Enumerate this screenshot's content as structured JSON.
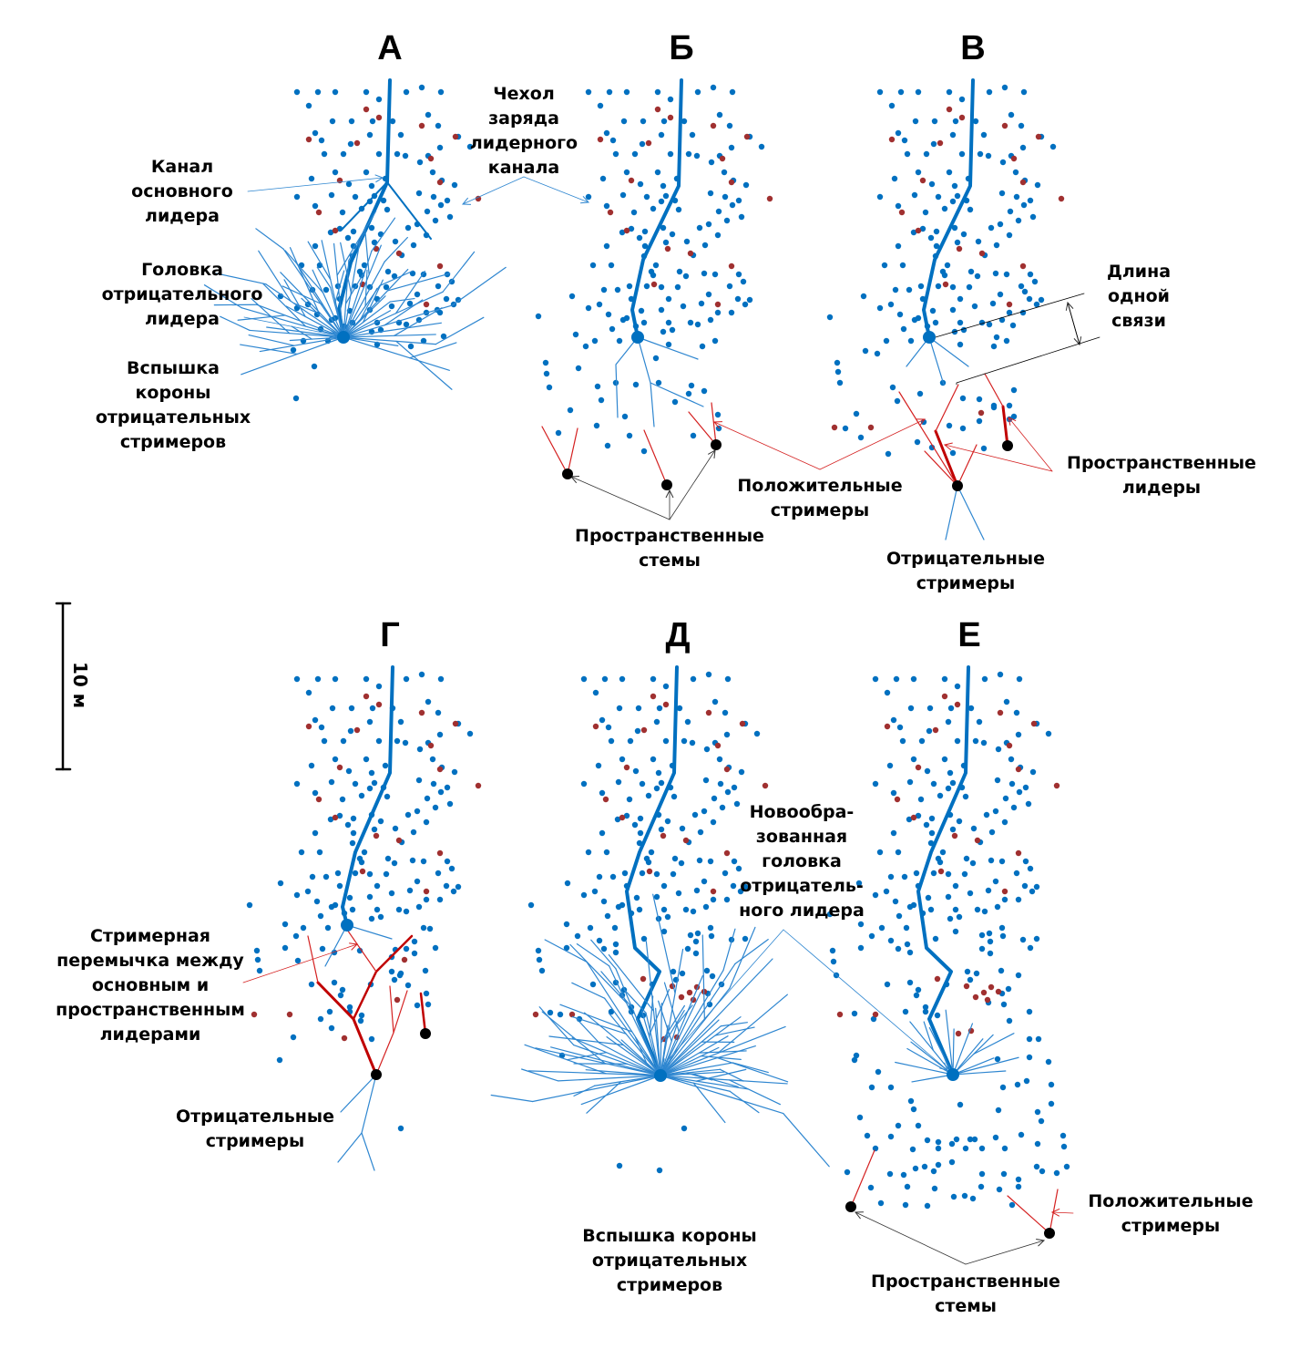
{
  "figure": {
    "colors": {
      "channel": "#0070c0",
      "negative_streamer": "#2e86d0",
      "positive_streamer": "#d42020",
      "space_leader": "#c00000",
      "charge_blue": "#0070c0",
      "charge_red": "#a03030",
      "space_stem": "#000000",
      "pointer_black": "#333333"
    },
    "panels": [
      {
        "id": "A",
        "title": "А"
      },
      {
        "id": "B",
        "title": "Б"
      },
      {
        "id": "V",
        "title": "В"
      },
      {
        "id": "G",
        "title": "Г"
      },
      {
        "id": "D",
        "title": "Д"
      },
      {
        "id": "E",
        "title": "Е"
      }
    ],
    "scale_bar": {
      "label": "10 м"
    },
    "labels": {
      "main_leader_channel": "Канал\nосновного\nлидера",
      "negative_leader_head": "Головка\nотрицательного\nлидера",
      "corona_flash_A": "Вспышка\nкороны\nотрицательных\nстримеров",
      "charge_sheath": "Чехол\nзаряда\nлидерного\nканала",
      "space_stems_B": "Пространственные\nстемы",
      "positive_streamers_BV": "Положительные\nстримеры",
      "link_length": "Длина\nодной\nсвязи",
      "space_leaders": "Пространственные\nлидеры",
      "negative_streamers_V": "Отрицательные\nстримеры",
      "streamer_bridge": "Стримерная\nперемычка между\nосновным и\nпространственным\nлидерами",
      "negative_streamers_G": "Отрицательные\nстримеры",
      "new_leader_head": "Новообра-\nзованная\nголовка\nотрицатель-\nного лидера",
      "corona_flash_D": "Вспышка короны\nотрицательных\nстримеров",
      "positive_streamers_E": "Положительные\nстримеры",
      "space_stems_E": "Пространственные\nстемы"
    }
  }
}
